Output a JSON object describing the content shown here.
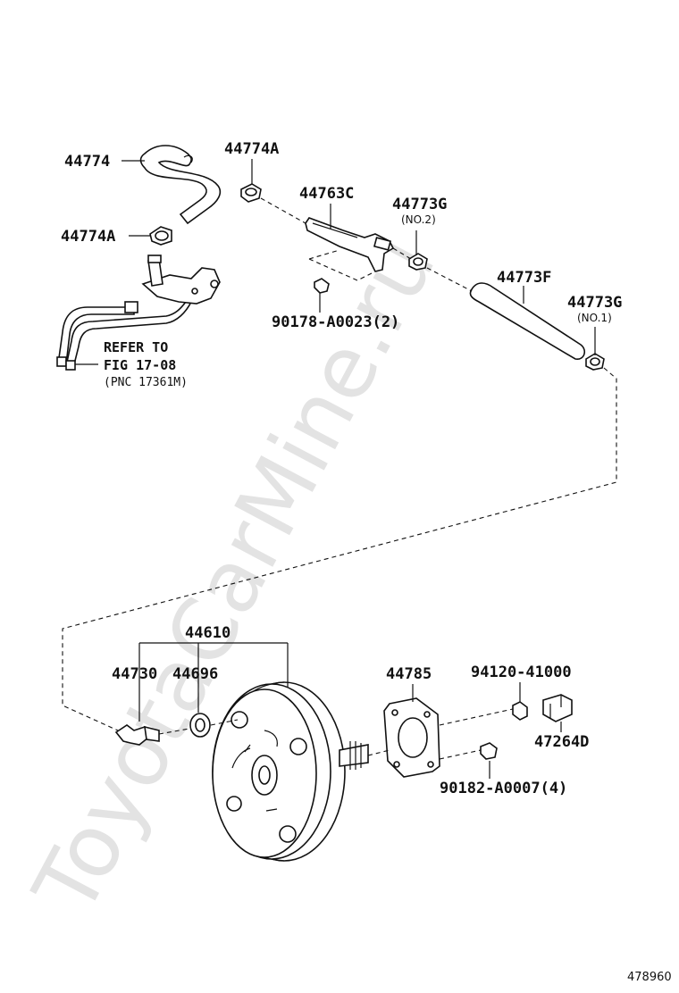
{
  "watermark": "ToyotaCarMine.ru",
  "image_code": "478960",
  "refer_note": {
    "line1": "REFER TO",
    "line2": "FIG 17-08",
    "line3": "(PNC 17361M)"
  },
  "parts": {
    "p44774": "44774",
    "p44774A_top": "44774A",
    "p44774A_left": "44774A",
    "p44763C": "44763C",
    "p44773G_no2": "44773G",
    "no2": "(NO.2)",
    "p44773F": "44773F",
    "p44773G_no1": "44773G",
    "no1": "(NO.1)",
    "p90178": "90178-A0023(2)",
    "p44610": "44610",
    "p44730": "44730",
    "p44696": "44696",
    "p44785": "44785",
    "p94120": "94120-41000",
    "p47264D": "47264D",
    "p90182": "90182-A0007(4)"
  }
}
